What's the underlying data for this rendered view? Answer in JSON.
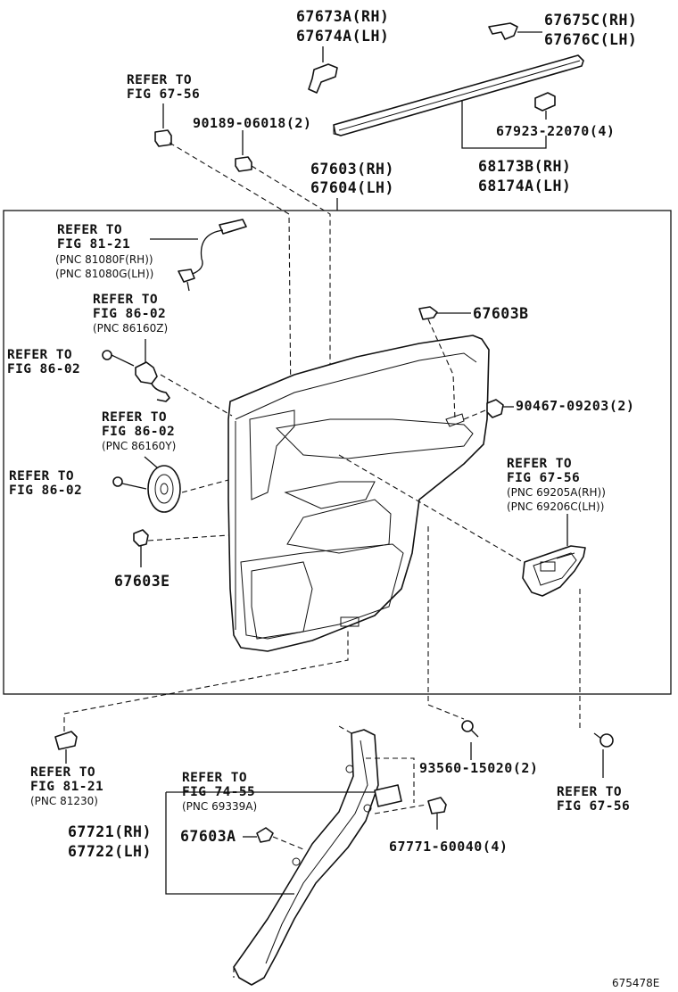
{
  "labels": {
    "p67673a": "67673A(RH)",
    "p67674a": "67674A(LH)",
    "p67675c": "67675C(RH)",
    "p67676c": "67676C(LH)",
    "ref_fig_6756_top_1": "REFER TO",
    "ref_fig_6756_top_2": "FIG 67-56",
    "p90189": "90189-06018(2)",
    "p67923": "67923-22070(4)",
    "p67603": "67603(RH)",
    "p67604": "67604(LH)",
    "p68173b": "68173B(RH)",
    "p68174a": "68174A(LH)",
    "ref_8121_a_1": "REFER TO",
    "ref_8121_a_2": "FIG 81-21",
    "ref_8121_a_3": "(PNC 81080F(RH))",
    "ref_8121_a_4": "(PNC 81080G(LH))",
    "ref_8602_a_1": "REFER TO",
    "ref_8602_a_2": "FIG 86-02",
    "ref_8602_a_3": "(PNC 86160Z)",
    "ref_8602_b_1": "REFER TO",
    "ref_8602_b_2": "FIG 86-02",
    "p67603b": "67603B",
    "p90467": "90467-09203(2)",
    "ref_8602_c_1": "REFER TO",
    "ref_8602_c_2": "FIG 86-02",
    "ref_8602_c_3": "(PNC 86160Y)",
    "ref_8602_d_1": "REFER TO",
    "ref_8602_d_2": "FIG 86-02",
    "ref_6756_b_1": "REFER TO",
    "ref_6756_b_2": "FIG 67-56",
    "ref_6756_b_3": "(PNC 69205A(RH))",
    "ref_6756_b_4": "(PNC 69206C(LH))",
    "p67603e": "67603E",
    "ref_8121_b_1": "REFER TO",
    "ref_8121_b_2": "FIG 81-21",
    "ref_8121_b_3": "(PNC 81230)",
    "ref_7455_1": "REFER TO",
    "ref_7455_2": "FIG 74-55",
    "ref_7455_3": "(PNC 69339A)",
    "p93560": "93560-15020(2)",
    "ref_6756_c_1": "REFER TO",
    "ref_6756_c_2": "FIG 67-56",
    "p67721": "67721(RH)",
    "p67722": "67722(LH)",
    "p67603a": "67603A",
    "p67771": "67771-60040(4)",
    "figure_code": "675478E"
  }
}
